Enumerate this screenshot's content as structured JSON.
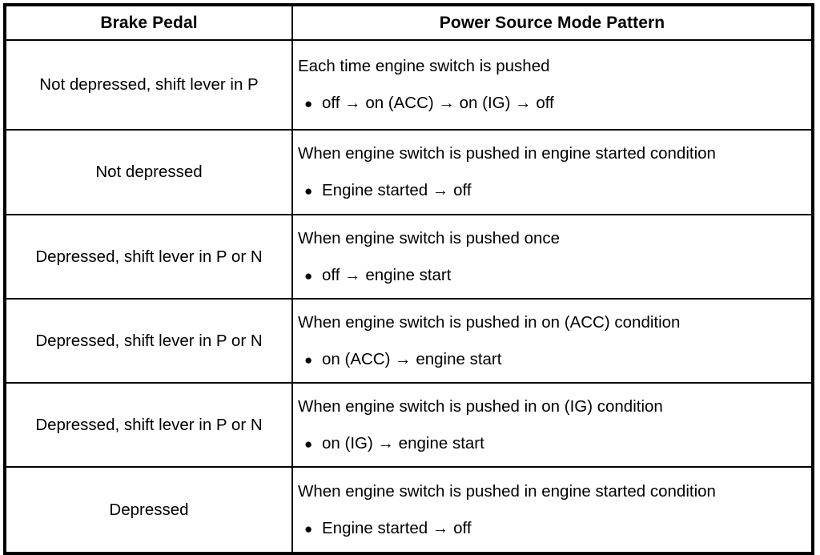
{
  "table": {
    "headers": {
      "brake_pedal": "Brake Pedal",
      "power_source_mode_pattern": "Power Source Mode Pattern"
    },
    "rows": [
      {
        "brake_pedal": "Not depressed, shift lever in P",
        "condition": "Each time engine switch is pushed",
        "bullet_marker": "●",
        "transition": "off → on (ACC) → on (IG) → off"
      },
      {
        "brake_pedal": "Not depressed",
        "condition": "When engine switch is pushed in engine started condition",
        "bullet_marker": "●",
        "transition": "Engine started → off"
      },
      {
        "brake_pedal": "Depressed, shift lever in P or N",
        "condition": "When engine switch is pushed once",
        "bullet_marker": "●",
        "transition": "off → engine start"
      },
      {
        "brake_pedal": "Depressed, shift lever in P or N",
        "condition": "When engine switch is pushed in on (ACC) condition",
        "bullet_marker": "●",
        "transition": "on (ACC) → engine start"
      },
      {
        "brake_pedal": "Depressed, shift lever in P or N",
        "condition": "When engine switch is pushed in on (IG) condition",
        "bullet_marker": "●",
        "transition": "on (IG) → engine start"
      },
      {
        "brake_pedal": "Depressed",
        "condition": "When engine switch is pushed in engine started condition",
        "bullet_marker": "●",
        "transition": "Engine started → off"
      }
    ]
  },
  "colors": {
    "background": "#ffffff",
    "text": "#000000",
    "border": "#000000"
  }
}
